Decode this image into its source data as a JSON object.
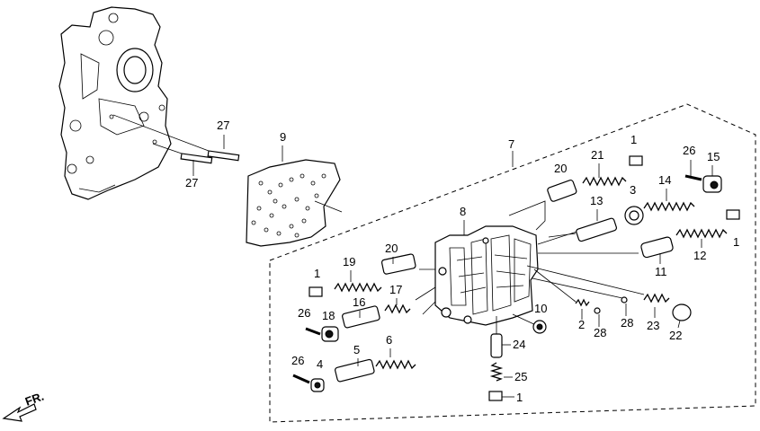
{
  "diagram": {
    "direction_label": "FR.",
    "callouts": [
      {
        "id": "c27a",
        "text": "27"
      },
      {
        "id": "c27b",
        "text": "27"
      },
      {
        "id": "c9",
        "text": "9"
      },
      {
        "id": "c7",
        "text": "7"
      },
      {
        "id": "c1a",
        "text": "1"
      },
      {
        "id": "c26a",
        "text": "26"
      },
      {
        "id": "c15",
        "text": "15"
      },
      {
        "id": "c20a",
        "text": "20"
      },
      {
        "id": "c21",
        "text": "21"
      },
      {
        "id": "c3",
        "text": "3"
      },
      {
        "id": "c14",
        "text": "14"
      },
      {
        "id": "c13",
        "text": "13"
      },
      {
        "id": "c8",
        "text": "8"
      },
      {
        "id": "c1b",
        "text": "1"
      },
      {
        "id": "c12",
        "text": "12"
      },
      {
        "id": "c11",
        "text": "11"
      },
      {
        "id": "c20b",
        "text": "20"
      },
      {
        "id": "c19",
        "text": "19"
      },
      {
        "id": "c1c",
        "text": "1"
      },
      {
        "id": "c16",
        "text": "16"
      },
      {
        "id": "c17",
        "text": "17"
      },
      {
        "id": "c26b",
        "text": "26"
      },
      {
        "id": "c18",
        "text": "18"
      },
      {
        "id": "c10",
        "text": "10"
      },
      {
        "id": "c2",
        "text": "2"
      },
      {
        "id": "c28a",
        "text": "28"
      },
      {
        "id": "c28b",
        "text": "28"
      },
      {
        "id": "c23",
        "text": "23"
      },
      {
        "id": "c22",
        "text": "22"
      },
      {
        "id": "c24",
        "text": "24"
      },
      {
        "id": "c6",
        "text": "6"
      },
      {
        "id": "c5",
        "text": "5"
      },
      {
        "id": "c26c",
        "text": "26"
      },
      {
        "id": "c4",
        "text": "4"
      },
      {
        "id": "c25",
        "text": "25"
      },
      {
        "id": "c1d",
        "text": "1"
      }
    ]
  }
}
